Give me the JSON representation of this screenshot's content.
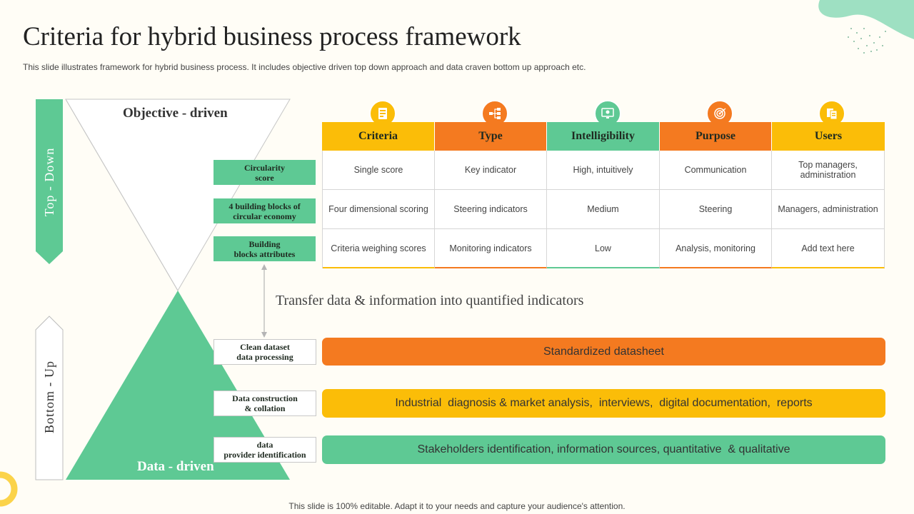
{
  "header": {
    "title": "Criteria for hybrid business process framework",
    "subtitle": "This slide illustrates framework for hybrid business process. It includes objective driven top down approach and data craven bottom up approach etc."
  },
  "diagram": {
    "top_down_label": "Top - Down",
    "bottom_up_label": "Bottom - Up",
    "objective_driven": "Objective - driven",
    "data_driven": "Data - driven",
    "transfer_text": "Transfer data & information into quantified indicators",
    "green_tags": [
      "Circularity\nscore",
      "4 building blocks of\ncircular economy",
      "Building\nblocks attributes"
    ],
    "white_tags": [
      "Clean dataset\ndata processing",
      "Data construction\n& collation",
      "data\nprovider identification"
    ]
  },
  "table": {
    "columns": [
      {
        "label": "Criteria",
        "color": "#fbbd08",
        "icon": "datasheet-icon"
      },
      {
        "label": "Type",
        "color": "#f47a20",
        "icon": "hierarchy-icon"
      },
      {
        "label": "Intelligibility",
        "color": "#5ec994",
        "icon": "monitor-idea-icon"
      },
      {
        "label": "Purpose",
        "color": "#f47a20",
        "icon": "target-icon"
      },
      {
        "label": "Users",
        "color": "#fbbd08",
        "icon": "documents-icon"
      }
    ],
    "rows": [
      [
        "Single score",
        "Key indicator",
        "High, intuitively",
        "Communication",
        "Top managers,\nadministration"
      ],
      [
        "Four dimensional scoring",
        "Steering indicators",
        "Medium",
        "Steering",
        "Managers, administration"
      ],
      [
        "Criteria weighing scores",
        "Monitoring indicators",
        "Low",
        "Analysis, monitoring",
        "Add text here"
      ]
    ]
  },
  "bars": [
    {
      "text": "Standardized datasheet",
      "color": "#f47a20"
    },
    {
      "text": "Industrial  diagnosis & market analysis,  interviews,  digital documentation,  reports",
      "color": "#fbbd08"
    },
    {
      "text": "Stakeholders identification, information sources, quantitative  & qualitative",
      "color": "#5ec994"
    }
  ],
  "colors": {
    "green": "#5ec994",
    "orange": "#f47a20",
    "yellow": "#fbbd08"
  },
  "footer": "This slide is 100% editable. Adapt it to your needs and capture your audience's attention."
}
